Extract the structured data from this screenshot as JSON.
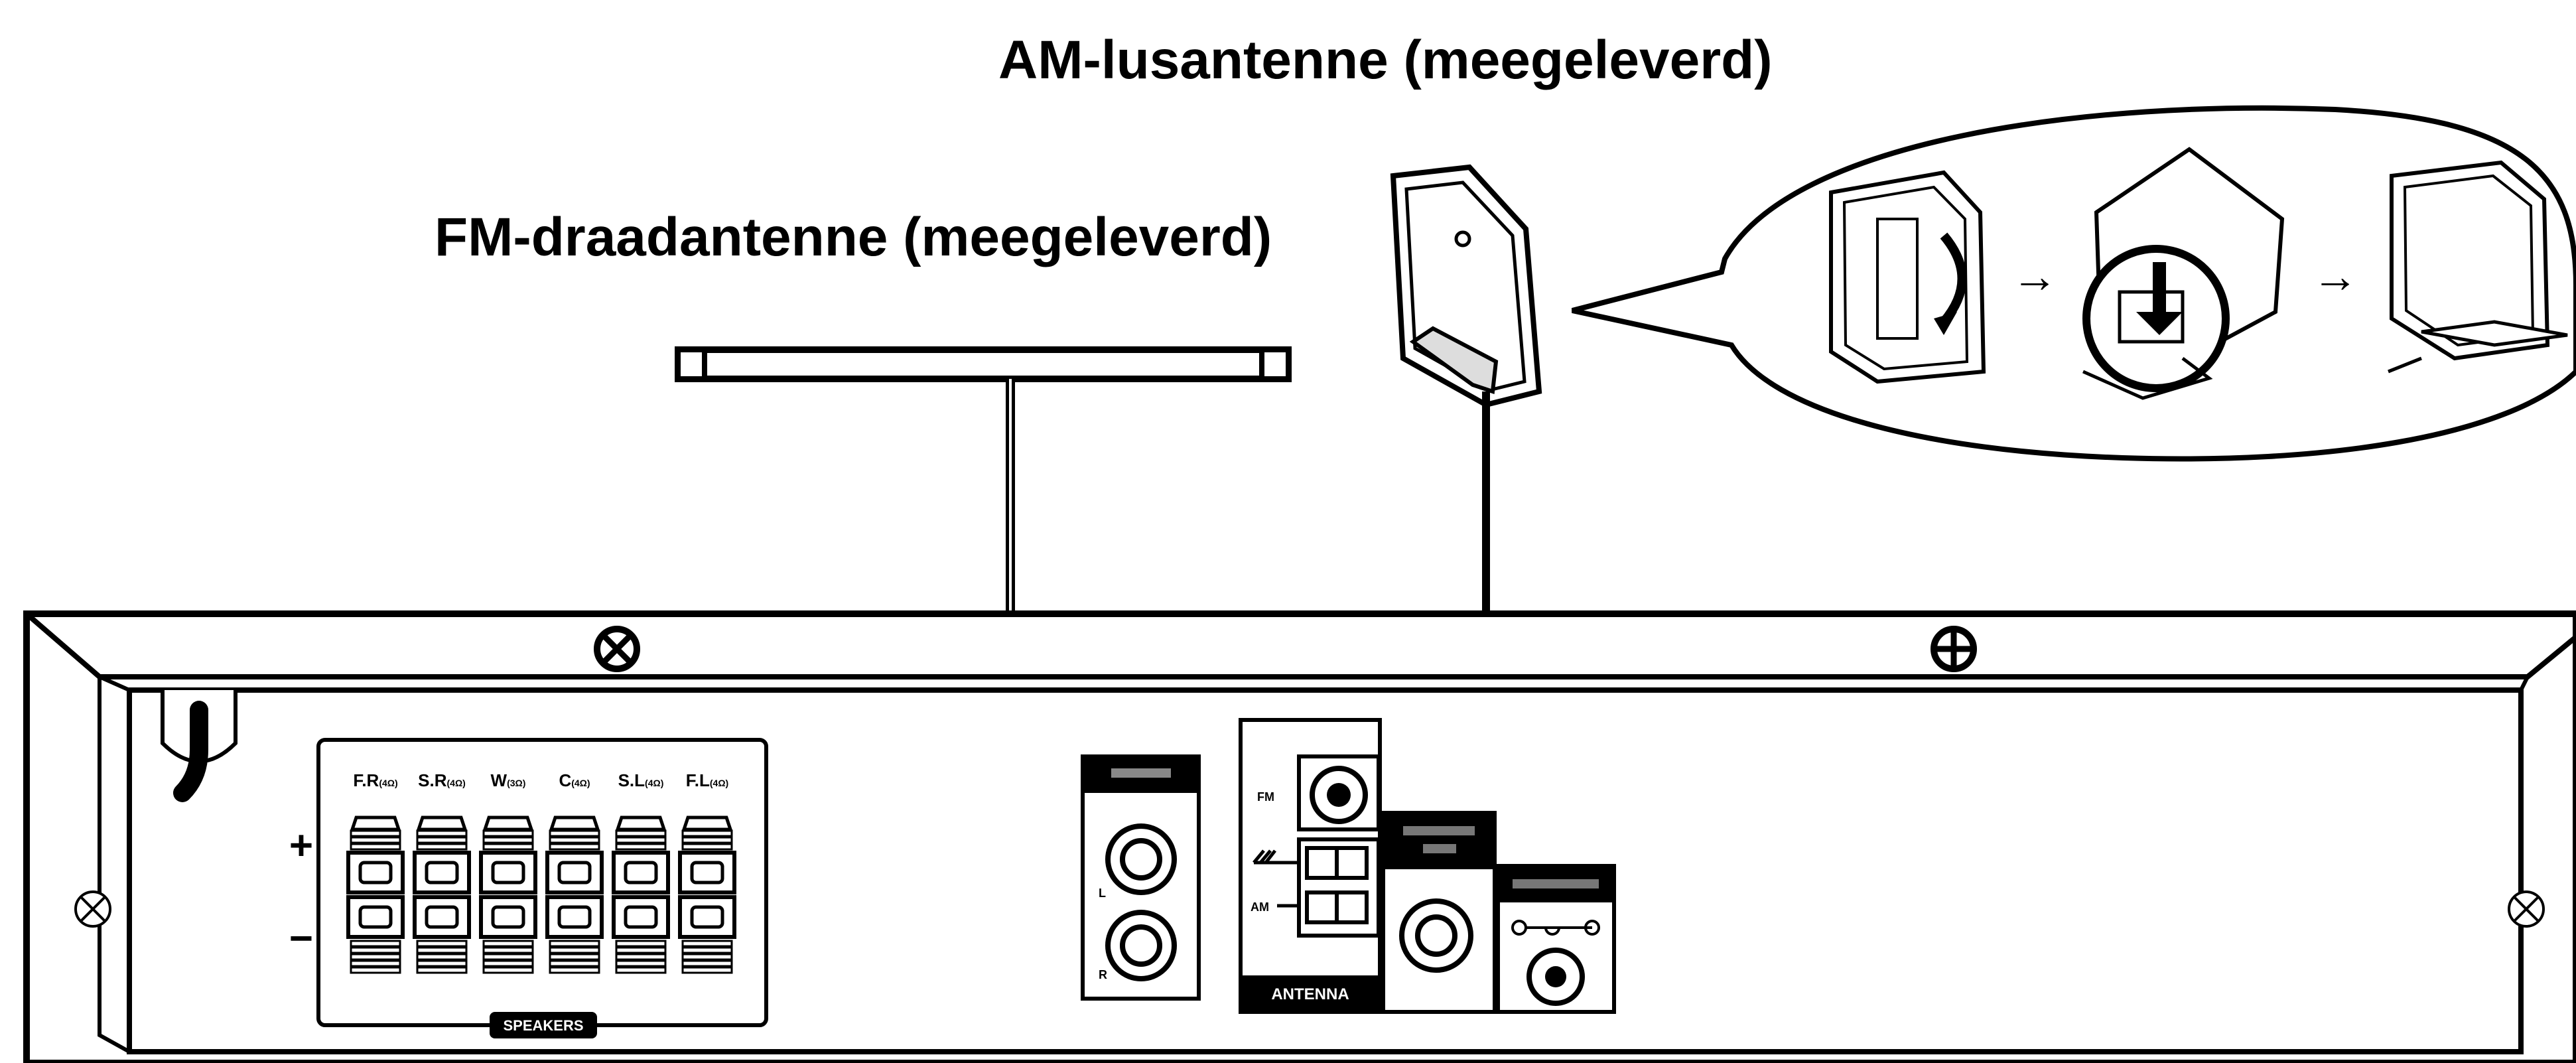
{
  "labels": {
    "am_antenna": "AM-lusantenne (meegeleverd)",
    "fm_antenna": "FM-draadantenne (meegeleverd)",
    "speakers_section": "SPEAKERS",
    "antenna_section": "ANTENNA",
    "antenna_fm_jack": "FM",
    "antenna_am_terminal": "AM",
    "audio_in_left": "L",
    "audio_in_right": "R",
    "arrow_step_1": "→",
    "arrow_step_2": "→"
  },
  "speaker_terminals": [
    {
      "label": "F.R",
      "impedance": "(4Ω)"
    },
    {
      "label": "S.R",
      "impedance": "(4Ω)"
    },
    {
      "label": "W",
      "impedance": "(3Ω)"
    },
    {
      "label": "C",
      "impedance": "(4Ω)"
    },
    {
      "label": "S.L",
      "impedance": "(4Ω)"
    },
    {
      "label": "F.L",
      "impedance": "(4Ω)"
    }
  ],
  "polarity": {
    "plus": "+",
    "minus": "−"
  }
}
